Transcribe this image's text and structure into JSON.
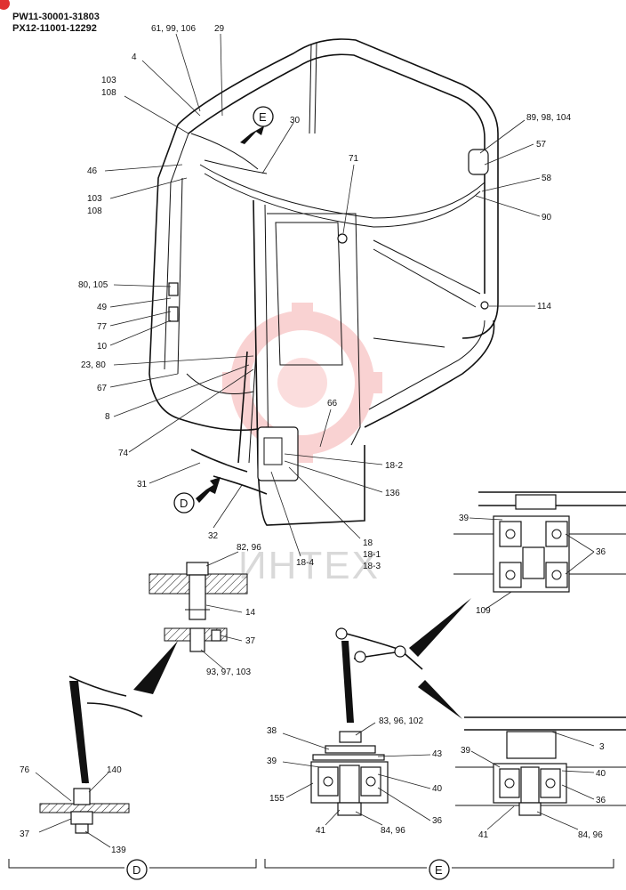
{
  "header": {
    "line1": "PW11-30001-31803",
    "line2": "PX12-11001-12292"
  },
  "watermark": {
    "text": "ИНТЕХ",
    "color": "#f2a6a6"
  },
  "labels": {
    "l_61_99_106": "61, 99, 106",
    "l_29": "29",
    "l_4": "4",
    "l_103_a": "103",
    "l_108_a": "108",
    "l_E_top": "E",
    "l_30": "30",
    "l_46": "46",
    "l_103_b": "103",
    "l_108_b": "108",
    "l_71": "71",
    "l_89_98_104": "89, 98, 104",
    "l_57": "57",
    "l_58": "58",
    "l_90": "90",
    "l_80_105": "80, 105",
    "l_49": "49",
    "l_77": "77",
    "l_10": "10",
    "l_114": "114",
    "l_23_80": "23, 80",
    "l_67": "67",
    "l_8": "8",
    "l_66": "66",
    "l_74": "74",
    "l_18_2": "18-2",
    "l_31": "31",
    "l_136": "136",
    "l_D_mid": "D",
    "l_32": "32",
    "l_18": "18",
    "l_18_1": "18-1",
    "l_18_3": "18-3",
    "l_18_4": "18-4",
    "l_82_96": "82, 96",
    "l_14": "14",
    "l_37_a": "37",
    "l_93_97_103": "93, 97, 103",
    "l_39_a": "39",
    "l_36_a": "36",
    "l_109": "109",
    "l_83_96_102": "83, 96, 102",
    "l_38": "38",
    "l_43": "43",
    "l_39_b": "39",
    "l_40_a": "40",
    "l_155": "155",
    "l_36_b": "36",
    "l_41_a": "41",
    "l_84_96_a": "84, 96",
    "l_3": "3",
    "l_39_c": "39",
    "l_40_b": "40",
    "l_36_c": "36",
    "l_41_b": "41",
    "l_84_96_b": "84, 96",
    "l_76": "76",
    "l_140": "140",
    "l_37_b": "37",
    "l_139": "139",
    "l_D_bottom": "D",
    "l_E_bottom": "E"
  }
}
